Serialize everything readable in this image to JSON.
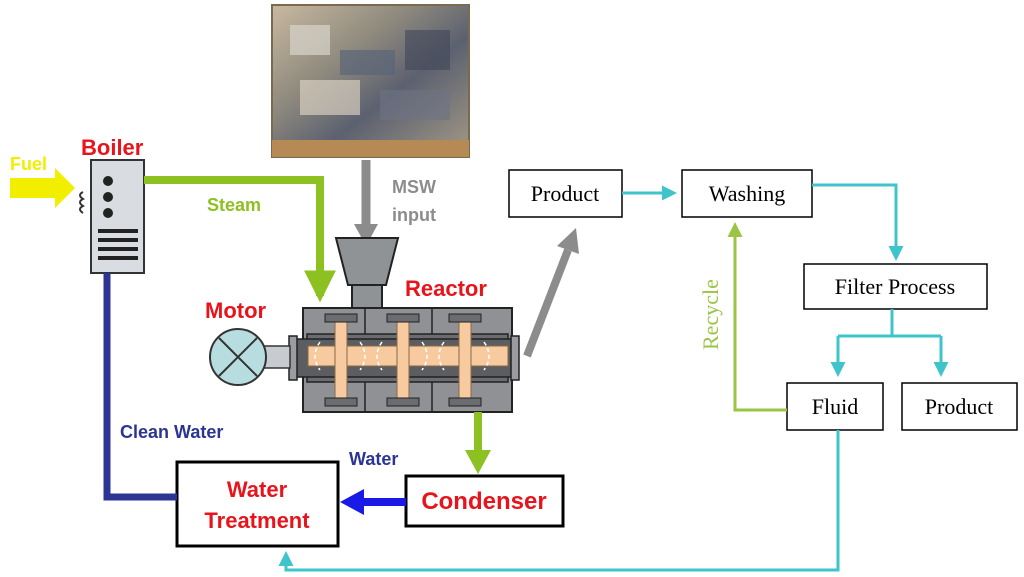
{
  "labels": {
    "fuel": "Fuel",
    "boiler": "Boiler",
    "steam": "Steam",
    "msw_line1": "MSW",
    "msw_line2": "input",
    "motor": "Motor",
    "reactor": "Reactor",
    "clean_water": "Clean Water",
    "water": "Water",
    "water_treatment_line1": "Water",
    "water_treatment_line2": "Treatment",
    "condenser": "Condenser",
    "product_1": "Product",
    "washing": "Washing",
    "filter_process": "Filter Process",
    "recycle": "Recycle",
    "fluid": "Fluid",
    "product_2": "Product"
  },
  "colors": {
    "red_label": "#e8141b",
    "fuel_yellow": "#f2ee00",
    "steam_green": "#8dc021",
    "gray_flow": "#8c8c8c",
    "clean_water_navy": "#2c3592",
    "water_blue": "#1a1ae6",
    "cyan_flow": "#3fc4cc",
    "recycle_green": "#9ac443",
    "reactor_orange": "#f7caa0"
  },
  "icons": [
    "msw-photo",
    "boiler-icon",
    "motor-icon",
    "reactor-icon",
    "hopper-icon"
  ]
}
